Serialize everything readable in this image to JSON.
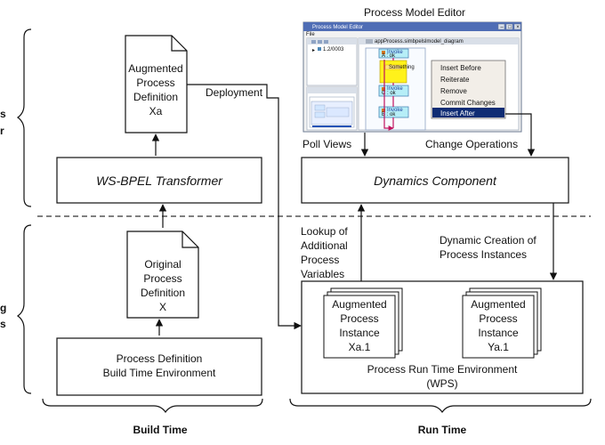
{
  "diagram": {
    "left_label_top": "s\nr",
    "left_label_bottom": "g\ns",
    "top_editor": {
      "title": "Process Model Editor",
      "window_title": "Process Model Editor",
      "menu_item": "File",
      "tree_item": "1.2/0003",
      "tab_label": "appProcess.simbpelslmodel_diagram",
      "invoke_label_1": "Invoke",
      "invoke_label_2": "Invoke",
      "invoke_label_3": "Invoke",
      "invoke_small_a": "A : ok",
      "invoke_small_c": "C : ok",
      "invoke_small_b": "B : ok",
      "yellow_text": "Something",
      "menu_items": [
        "Insert Before",
        "Reiterate",
        "Remove",
        "Commit Changes",
        "Insert After"
      ]
    },
    "labels": {
      "deployment": "Deployment",
      "poll_views": "Poll Views",
      "change_operations": "Change Operations",
      "lookup": "Lookup of\nAdditional\nProcess\nVariables",
      "dynamic_creation": "Dynamic Creation of\nProcess Instances",
      "build_time": "Build Time",
      "run_time": "Run Time"
    },
    "boxes": {
      "augmented_definition": "Augmented\nProcess\nDefinition\nXa",
      "ws_bpel": "WS-BPEL Transformer",
      "original_definition": "Original\nProcess\nDefinition\nX",
      "build_env": "Process Definition\nBuild Time Environment",
      "dynamics": "Dynamics Component",
      "instance_xa": "Augmented\nProcess\nInstance\nXa.1",
      "instance_ya": "Augmented\nProcess\nInstance\nYa.1",
      "runtime_env": "Process Run Time Environment\n(WPS)"
    }
  }
}
